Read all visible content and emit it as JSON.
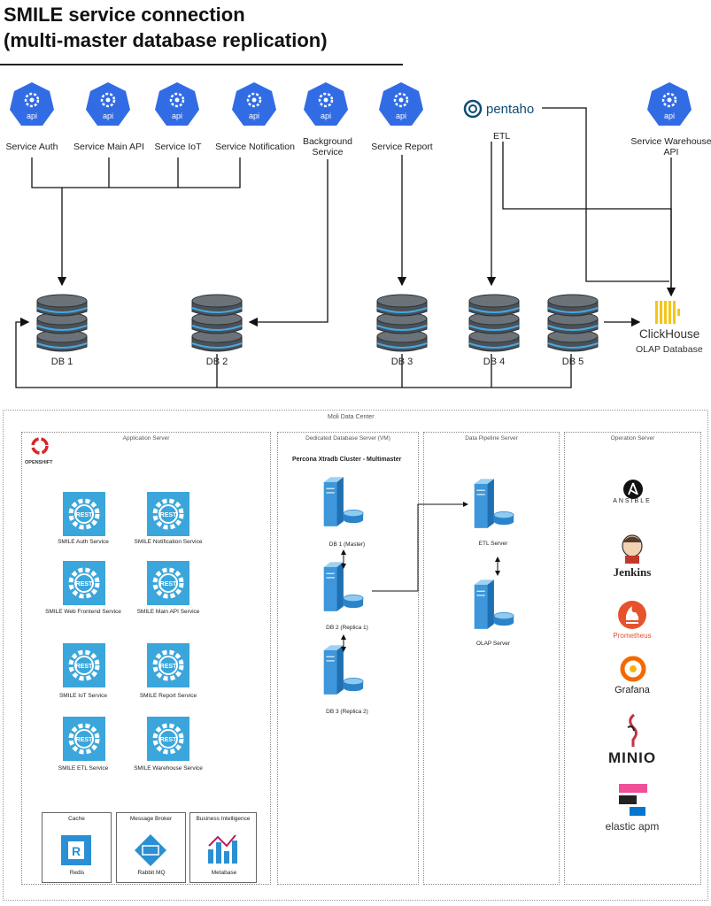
{
  "title": {
    "line1": "SMILE service connection",
    "line2": "(multi-master database replication)"
  },
  "api_icon_text": "api",
  "services": [
    {
      "label": "Service Auth"
    },
    {
      "label": "Service Main API"
    },
    {
      "label": "Service IoT"
    },
    {
      "label": "Service Notification"
    },
    {
      "label": "Background Service"
    },
    {
      "label": "Service Report"
    },
    {
      "label": "Service Warehouse API"
    }
  ],
  "pentaho": {
    "name": "pentaho",
    "etl_label": "ETL"
  },
  "databases": [
    {
      "label": "DB 1"
    },
    {
      "label": "DB 2"
    },
    {
      "label": "DB 3"
    },
    {
      "label": "DB 4"
    },
    {
      "label": "DB 5"
    }
  ],
  "clickhouse": {
    "name": "ClickHouse",
    "subtitle": "OLAP Database"
  },
  "datacenter": {
    "title": "Moli Data Center",
    "app_server": {
      "title": "Application Server",
      "openshift": "OPENSHIFT",
      "rest_text": "REST",
      "services": [
        "SMILE Auth Service",
        "SMILE Notification Service",
        "SMILE Web Frontend Service",
        "SMILE Main API Service",
        "SMILE IoT Service",
        "SMILE Report Service",
        "SMILE ETL Service",
        "SMILE Warehouse Service"
      ],
      "cache": {
        "title": "Cache",
        "label": "Redis"
      },
      "broker": {
        "title": "Message Broker",
        "label": "Rabbit MQ"
      },
      "bi": {
        "title": "Business Intelligence",
        "label": "Metabase"
      }
    },
    "db_server": {
      "title": "Dedicated Database Server (VM)",
      "cluster": "Percona Xtradb Cluster - Multimaster",
      "nodes": [
        "DB 1 (Master)",
        "DB 2 (Replica 1)",
        "DB 3 (Replica 2)"
      ]
    },
    "pipeline_server": {
      "title": "Data Pipeline Server",
      "nodes": [
        "ETL Server",
        "OLAP Server"
      ]
    },
    "operation_server": {
      "title": "Operation Server",
      "tools": [
        "ANSIBLE",
        "Jenkins",
        "Prometheus",
        "Grafana",
        "MINIO",
        "elastic apm"
      ]
    }
  }
}
